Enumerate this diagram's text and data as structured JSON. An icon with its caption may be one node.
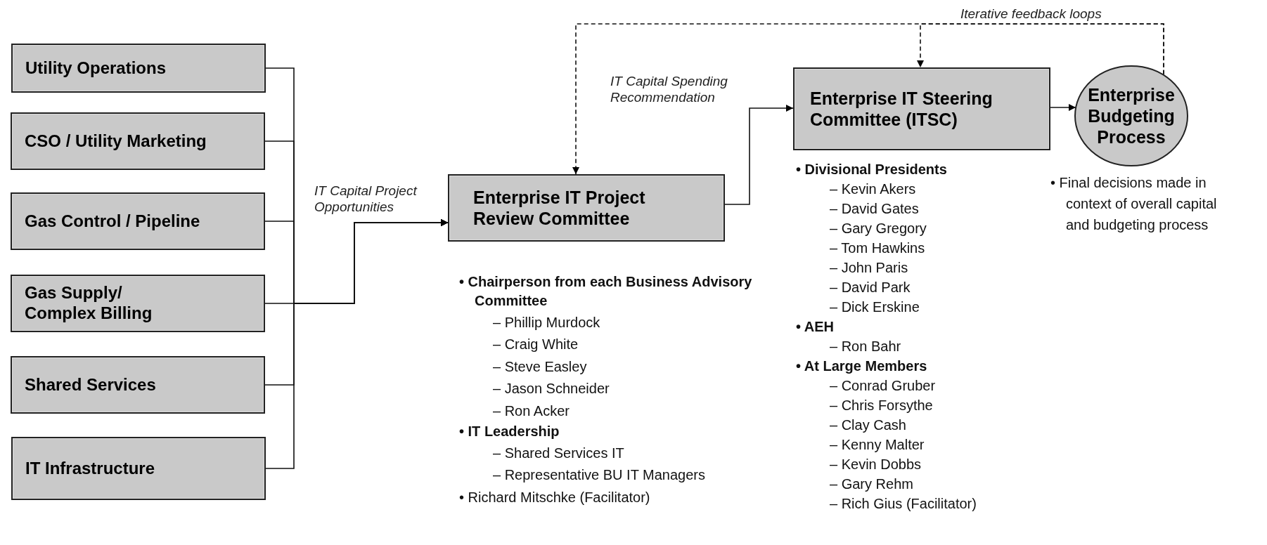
{
  "diagram": {
    "nodes": [
      {
        "text": [
          "Utility Operations"
        ]
      },
      {
        "text": [
          "CSO / Utility Marketing"
        ]
      },
      {
        "text": [
          "Gas Control / Pipeline"
        ]
      },
      {
        "text": [
          "Gas Supply/ Complex Billing"
        ]
      },
      {
        "text": [
          "Shared Services"
        ]
      },
      {
        "text": [
          "IT Infrastructure"
        ]
      },
      {
        "text": [
          "Enterprise IT Project Review Committee"
        ],
        "beside": [
          "• Chairperson from each Business Advisory Committee",
          "– Phillip Murdock",
          "– Craig White",
          "– Steve Easley",
          "– Jason Schneider",
          "– Ron Acker",
          "• IT Leadership",
          "– Shared Services IT",
          "– Representative BU IT Managers",
          "• Richard Mitschke (Facilitator)"
        ]
      },
      {
        "text": [
          "Enterprise IT Steering Committee (ITSC)"
        ],
        "beside": [
          "• Divisional Presidents",
          "– Kevin Akers",
          "– David Gates",
          "– Gary Gregory",
          "– Tom Hawkins",
          "– John Paris",
          "– David Park",
          "– Dick Erskine",
          "• AEH",
          "– Ron Bahr",
          "• At Large Members",
          "– Conrad Gruber",
          "– Chris Forsythe",
          "– Clay Cash",
          "– Kenny Malter",
          "– Kevin Dobbs",
          "– Gary Rehm",
          "– Rich Gius (Facilitator)"
        ]
      },
      {
        "text": [
          "Enterprise Budgeting Process"
        ],
        "beside": [
          "• Final decisions made in context of overall capital and budgeting process"
        ]
      }
    ],
    "edges": [
      {
        "from": 0,
        "to": 6,
        "arrow": "to"
      },
      {
        "from": 1,
        "to": 6,
        "arrow": "to"
      },
      {
        "from": 2,
        "to": 6,
        "arrow": "to"
      },
      {
        "from": 3,
        "to": 6,
        "arrow": "to",
        "label": "IT Capital Project Opportunities"
      },
      {
        "from": 4,
        "to": 6,
        "arrow": "to"
      },
      {
        "from": 5,
        "to": 6,
        "arrow": "to"
      },
      {
        "from": 6,
        "to": 7,
        "arrow": "to",
        "label": "IT Capital Spending Recommendation"
      },
      {
        "from": 7,
        "to": 8,
        "arrow": "to"
      },
      {
        "from": 8,
        "to": 6,
        "arrow": "to",
        "style": "dashed"
      },
      {
        "from": 8,
        "to": 7,
        "arrow": "to",
        "style": "dashed",
        "label": "Iterative feedback loops"
      }
    ]
  }
}
